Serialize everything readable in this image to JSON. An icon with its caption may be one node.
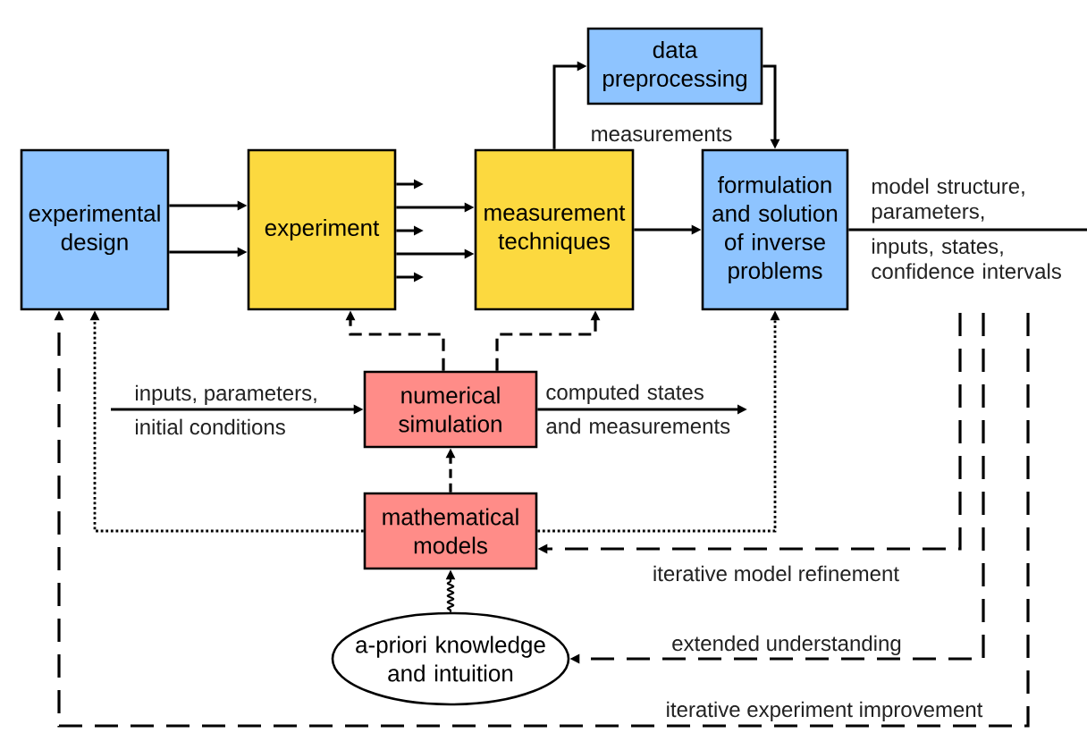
{
  "diagram": {
    "nodes": [
      {
        "text": [
          "data preprocessing"
        ]
      },
      {
        "text": [
          "experimental design"
        ]
      },
      {
        "text": [
          "experiment"
        ]
      },
      {
        "text": [
          "measurement techniques"
        ]
      },
      {
        "text": [
          "formulation and solution of inverse problems"
        ]
      },
      {
        "text": [
          "numerical simulation"
        ]
      },
      {
        "text": [
          "mathematical models"
        ]
      },
      {
        "text": [
          "a-priori knowledge and intuition"
        ]
      }
    ],
    "edges": [
      {
        "from": 1,
        "to": 2,
        "arrow": "to"
      },
      {
        "from": 1,
        "to": 2,
        "arrow": "to"
      },
      {
        "from": 2,
        "to": null,
        "arrow": "to"
      },
      {
        "from": 2,
        "to": 3,
        "arrow": "to"
      },
      {
        "from": 2,
        "to": null,
        "arrow": "to"
      },
      {
        "from": 2,
        "to": 3,
        "arrow": "to"
      },
      {
        "from": 2,
        "to": null,
        "arrow": "to"
      },
      {
        "from": 3,
        "to": 0,
        "arrow": "to"
      },
      {
        "from": 0,
        "to": 4,
        "arrow": "to"
      },
      {
        "from": 3,
        "to": 4,
        "arrow": "to"
      },
      {
        "from": 4,
        "to": null,
        "arrow": "none",
        "label": "model structure, parameters,"
      },
      {
        "from": null,
        "to": 5,
        "arrow": "to",
        "label": "inputs, parameters,"
      },
      {
        "from": 5,
        "to": null,
        "arrow": "to",
        "label": "computed states and measurements"
      },
      {
        "from": 5,
        "to": 2,
        "arrow": "to",
        "style": "dashed"
      },
      {
        "from": 5,
        "to": 3,
        "arrow": "to",
        "style": "dashed"
      },
      {
        "from": 6,
        "to": 5,
        "arrow": "to",
        "style": "dashed"
      },
      {
        "from": 6,
        "to": 1,
        "arrow": "to",
        "style": "dashed"
      },
      {
        "from": 6,
        "to": 4,
        "arrow": "to",
        "style": "dashed"
      },
      {
        "from": 7,
        "to": 6,
        "arrow": "to"
      },
      {
        "from": null,
        "to": 6,
        "arrow": "to",
        "style": "dashed",
        "label": "iterative model refinement"
      },
      {
        "from": null,
        "to": 7,
        "arrow": "to",
        "style": "dashed",
        "label": "extended understanding"
      },
      {
        "from": null,
        "to": 1,
        "arrow": "to",
        "style": "dashed",
        "label": "iterative experiment improvement"
      }
    ],
    "labels": [
      "measurements",
      "inputs, states, confidence intervals",
      "initial conditions"
    ]
  }
}
